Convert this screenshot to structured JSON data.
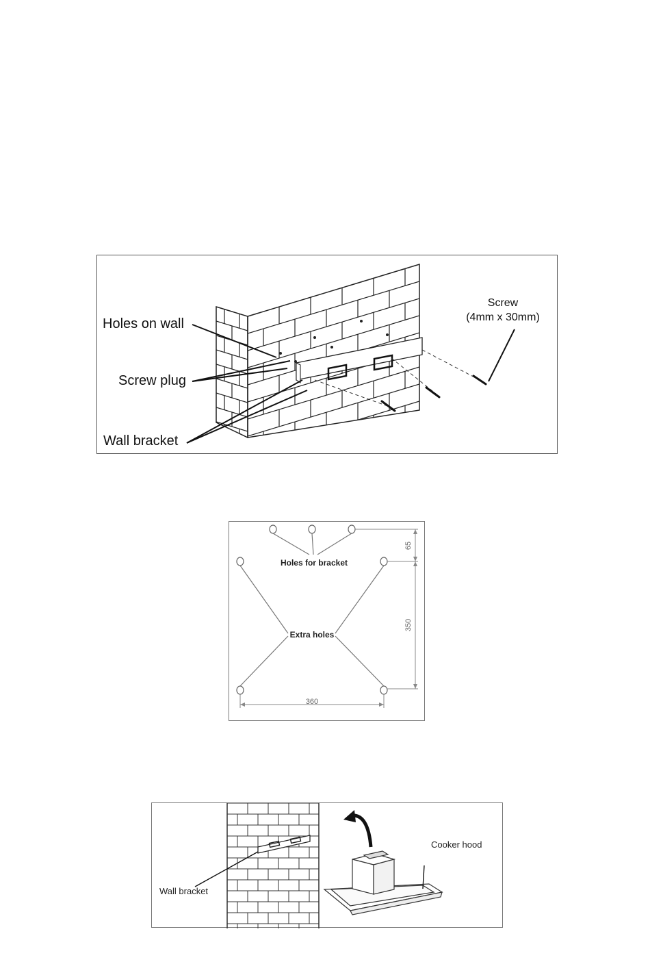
{
  "diagram1": {
    "labels": {
      "holes_on_wall": "Holes on wall",
      "screw_plug": "Screw plug",
      "wall_bracket": "Wall bracket",
      "screw": "Screw",
      "screw_size": "(4mm x 30mm)"
    }
  },
  "diagram2": {
    "labels": {
      "holes_for_bracket": "Holes for bracket",
      "extra_holes": "Extra holes",
      "dim_top": "65",
      "dim_side": "350",
      "dim_bottom": "360"
    }
  },
  "diagram3": {
    "labels": {
      "wall_bracket": "Wall bracket",
      "cooker_hood": "Cooker hood"
    }
  }
}
